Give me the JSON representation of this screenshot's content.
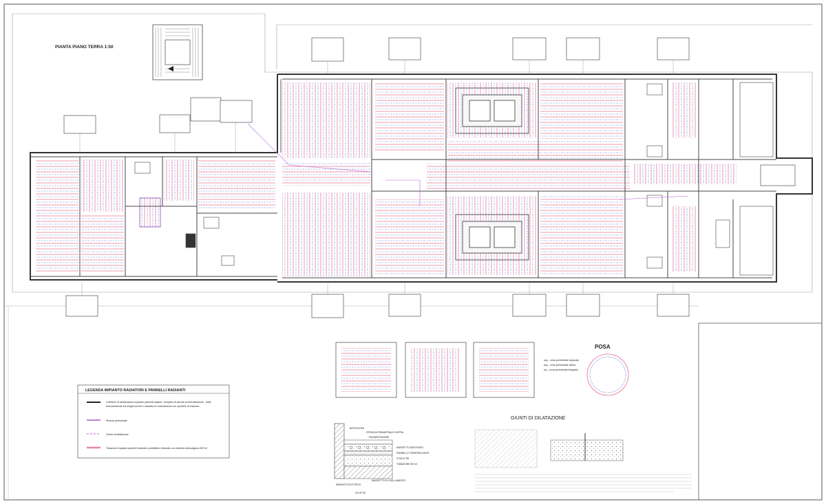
{
  "drawing": {
    "plan_title": "PIANTA PIANO TERRA 1:50"
  },
  "legend": {
    "title": "LEGENDA IMPIANTO RADIATORI E PANNELLI RADIANTI",
    "items": [
      {
        "text_lines": [
          "Collettore di distribuzione impianto pannelli radianti, completo di valvole di intercettazione , teste",
          "termoelettriche sui singoli circuiti e cassetta di contenimento con sportello di chiusura."
        ],
        "symbol": "collector",
        "color": "#222222"
      },
      {
        "text_lines": [
          "Striscia perimetrale"
        ],
        "symbol": "solid",
        "color": "#8a3fb8"
      },
      {
        "text_lines": [
          "Giunto di dilatazione"
        ],
        "symbol": "dashed",
        "color": "#c05fd8"
      },
      {
        "text_lines": [
          "Tubazione impianto pannelli radianti in polietilene reticolato con barriera antiossigeno Ø17x2"
        ],
        "symbol": "pipe",
        "color": "#e88aa0"
      }
    ]
  },
  "posa": {
    "title": "POSA",
    "lines": [
      "sop - zona perimetrale separata",
      "dsp - zona perimetrale divisa",
      "icp - zona perimetrale integrata"
    ]
  },
  "giunti": {
    "title": "GIUNTI DI DILATAZIONE"
  },
  "section_labels": [
    "BATTISCOPA",
    "STRISCIA PERIMETRALE DOPPIA",
    "PAVIMENTAZIONE",
    "MASSETTO ADDITIVATO",
    "PANNELLO TERMOISOLANTE",
    "FOGLIO PE",
    "TUBAZIONE Ø17x2",
    "IMPIANTO ELETTRICO",
    "SOLETTA",
    "MASSETTO DI LIVELLAMENTO"
  ],
  "colors": {
    "pipe_red": "#e86a8a",
    "pipe_blue": "#6f86e0",
    "wall": "#333333",
    "accent_purple": "#b45ad6"
  }
}
